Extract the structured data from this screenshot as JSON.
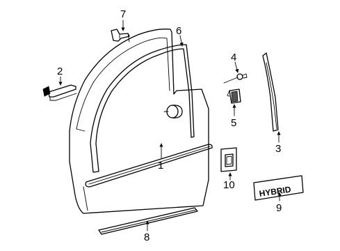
{
  "callouts": {
    "c1": "1",
    "c2": "2",
    "c3": "3",
    "c4": "4",
    "c5": "5",
    "c6": "6",
    "c7": "7",
    "c8": "8",
    "c9": "9",
    "c10": "10"
  },
  "emblem_text": "HYBRID"
}
